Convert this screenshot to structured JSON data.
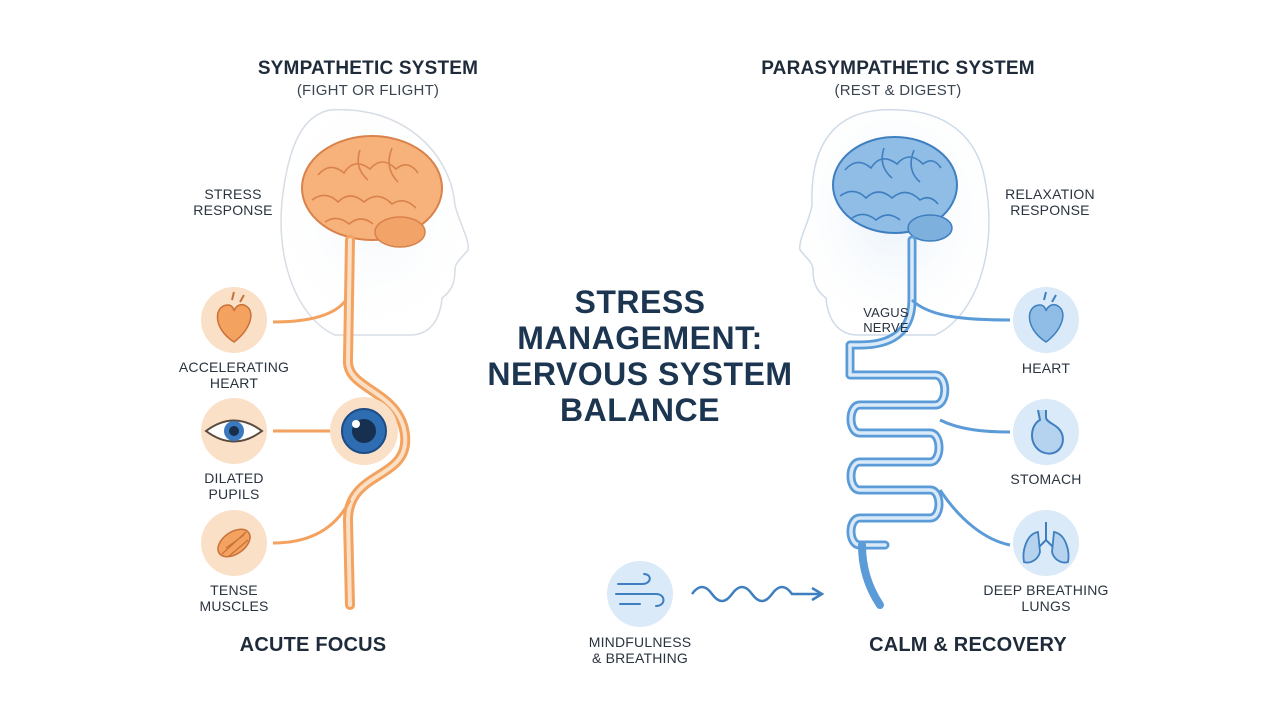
{
  "title": {
    "line1": "STRESS",
    "line2": "MANAGEMENT:",
    "line3": "NERVOUS SYSTEM",
    "line4": "BALANCE"
  },
  "sympathetic": {
    "title": "SYMPATHETIC SYSTEM",
    "subtitle": "(FIGHT OR FLIGHT)",
    "response_line1": "STRESS",
    "response_line2": "RESPONSE",
    "items": [
      {
        "line1": "ACCELERATING",
        "line2": "HEART",
        "icon": "heart-icon"
      },
      {
        "line1": "DILATED",
        "line2": "PUPILS",
        "icon": "eye-icon"
      },
      {
        "line1": "TENSE",
        "line2": "MUSCLES",
        "icon": "muscle-icon"
      }
    ],
    "footer": "ACUTE FOCUS"
  },
  "parasympathetic": {
    "title": "PARASYMPATHETIC SYSTEM",
    "subtitle": "(REST & DIGEST)",
    "response_line1": "RELAXATION",
    "response_line2": "RESPONSE",
    "nerve_line1": "VAGUS",
    "nerve_line2": "NERVE",
    "items": [
      {
        "line1": "HEART",
        "line2": "",
        "icon": "heart-icon"
      },
      {
        "line1": "STOMACH",
        "line2": "",
        "icon": "stomach-icon"
      },
      {
        "line1": "DEEP BREATHING",
        "line2": "LUNGS",
        "icon": "lungs-icon"
      }
    ],
    "footer": "CALM & RECOVERY"
  },
  "mindfulness": {
    "line1": "MINDFULNESS",
    "line2": "& BREATHING",
    "icon": "wind-icon"
  },
  "colors": {
    "sympathetic_accent": "#f3a25f",
    "sympathetic_fill": "#fbe0c8",
    "parasympathetic_accent": "#5b9bd8",
    "parasympathetic_fill": "#dbeaf8",
    "title_color": "#1c3550"
  }
}
